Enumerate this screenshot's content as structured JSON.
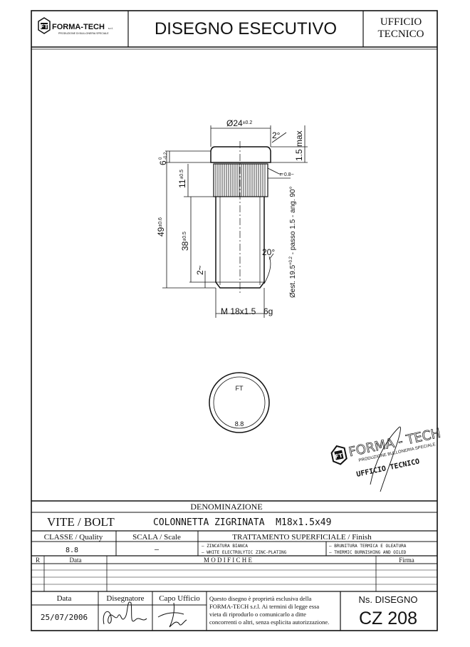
{
  "header": {
    "logo_text": "FORMA-TECH",
    "logo_suffix": "s.r.l.",
    "logo_subtitle": "PRODUZIONE DI BULLONERIA SPECIALE",
    "title": "DISEGNO ESECUTIVO",
    "office_line1": "UFFICIO",
    "office_line2": "TECNICO"
  },
  "drawing": {
    "dim_diameter": "Ø24",
    "dim_diameter_tol": "±0.2",
    "dim_head_angle": "2°",
    "dim_head_max": "1.5 max",
    "dim_head_height": "6",
    "dim_head_height_tol_top": "0",
    "dim_head_height_tol_bottom": "-0.2",
    "dim_radius": "r. 0.8~",
    "dim_knurl_len": "11",
    "dim_knurl_len_tol": "±0.5",
    "dim_total_len": "49",
    "dim_total_len_tol": "±0.6",
    "dim_thread_len": "38",
    "dim_thread_len_tol": "±0.5",
    "dim_chamfer_angle": "20°",
    "dim_chamfer_len": "2~",
    "dim_knurl_spec": "Øest. 19.5",
    "dim_knurl_spec_tol_top": "+0.2",
    "dim_knurl_spec_tol_bottom": "0",
    "dim_knurl_spec_rest": " - passo 1.5 - ang. 90°",
    "thread_spec": "M 18x1.5",
    "thread_class": "6g",
    "head_mark_top": "FT",
    "head_mark_bottom": "8.8"
  },
  "stamp": {
    "name": "FORMA - TECH",
    "subtitle": "PRODUZIONE BULLONERIA SPECIALE",
    "office": "UFFICIO TECNICO"
  },
  "title_block": {
    "denominazione_label": "DENOMINAZIONE",
    "item_name": "VITE / BOLT",
    "item_description": "COLONNETTA ZIGRINATA  M18x1.5x49",
    "classe_label": "CLASSE / Quality",
    "scala_label": "SCALA / Scale",
    "trattamento_label": "TRATTAMENTO SUPERFICIALE / Finish",
    "classe_value": "8.8",
    "scala_value": "–",
    "finish_1a": "– ZINCATURA BIANCA",
    "finish_1b": "– WHITE ELECTROLYTIC ZINC-PLATING",
    "finish_2a": "– BRUNITURA TERMICA E OLEATURA",
    "finish_2b": "– THERMIC BURNISHING AND OILED",
    "rev_r_label": "R",
    "rev_data_label": "Data",
    "modifiche_label": "M O D I F I C H E",
    "firma_label": "Firma",
    "data_label": "Data",
    "disegnatore_label": "Disegnatore",
    "capo_label": "Capo Ufficio",
    "notice": [
      "Questo disegno è proprietà esclusiva della",
      "FORMA-TECH s.r.l. Ai termini di legge essa",
      "vieta di riprodurlo o comunicarlo a ditte",
      "concorrenti o altri, senza esplicita autorizzazione."
    ],
    "date_value": "25/07/2006",
    "ns_disegno_label": "Ns. DISEGNO",
    "drawing_number": "CZ 208"
  }
}
